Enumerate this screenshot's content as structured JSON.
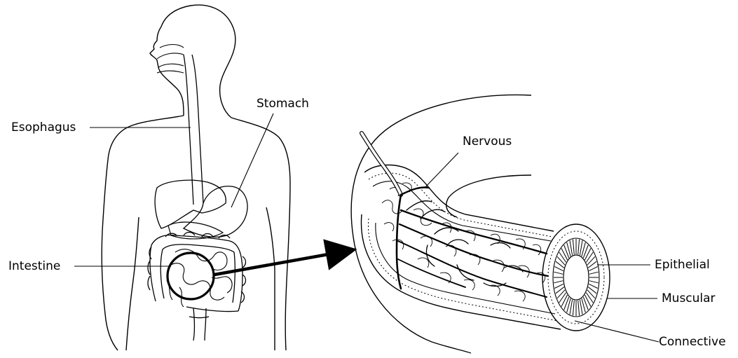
{
  "labels": {
    "esophagus": "Esophagus",
    "stomach": "Stomach",
    "intestine": "Intestine",
    "nervous": "Nervous",
    "epithelial": "Epithelial",
    "muscular": "Muscular",
    "connective": "Connective"
  },
  "colors": {
    "ink": "#000000",
    "paper": "#ffffff"
  }
}
